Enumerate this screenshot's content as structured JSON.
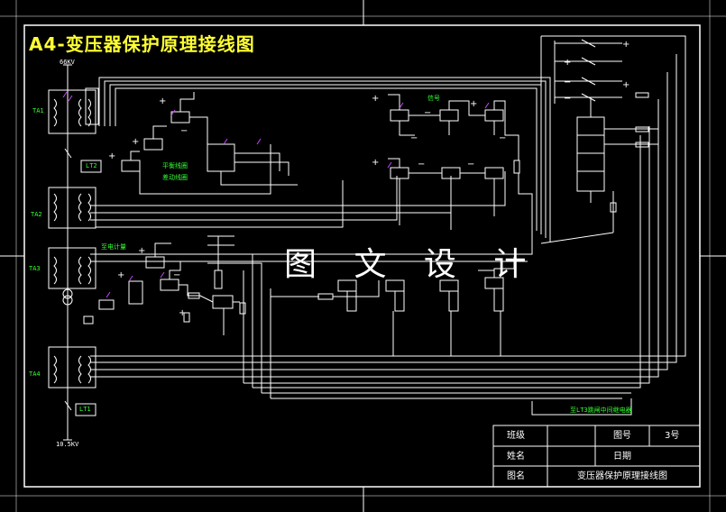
{
  "title": "A4-变压器保护原理接线图",
  "watermark": "图 文 设 计",
  "colors": {
    "background": "#000000",
    "lines": "#ffffff",
    "title": "#ffff33",
    "labels": "#33ff33",
    "markers": "#cc44ff"
  },
  "labels": {
    "top_voltage": "66KV",
    "bottom_voltage": "10.5KV",
    "ta1": "TA1",
    "ta2": "TA2",
    "ta3": "TA3",
    "ta4": "TA4",
    "lt2": "LT2",
    "lt1": "LT1",
    "relay_signal": "信号",
    "relay_diff_winding": "平衡线圈",
    "relay_diff_coil": "差动线圈",
    "energy_metering": "至电计量",
    "bottom_note": "至LT3跳闸中间继电器"
  },
  "title_block": {
    "r1_c1": "班级",
    "r1_c3": "图号",
    "r1_c4": "3号",
    "r2_c1": "姓名",
    "r2_c3": "日期",
    "r3_c1": "图名",
    "r3_c2": "变压器保护原理接线图"
  }
}
